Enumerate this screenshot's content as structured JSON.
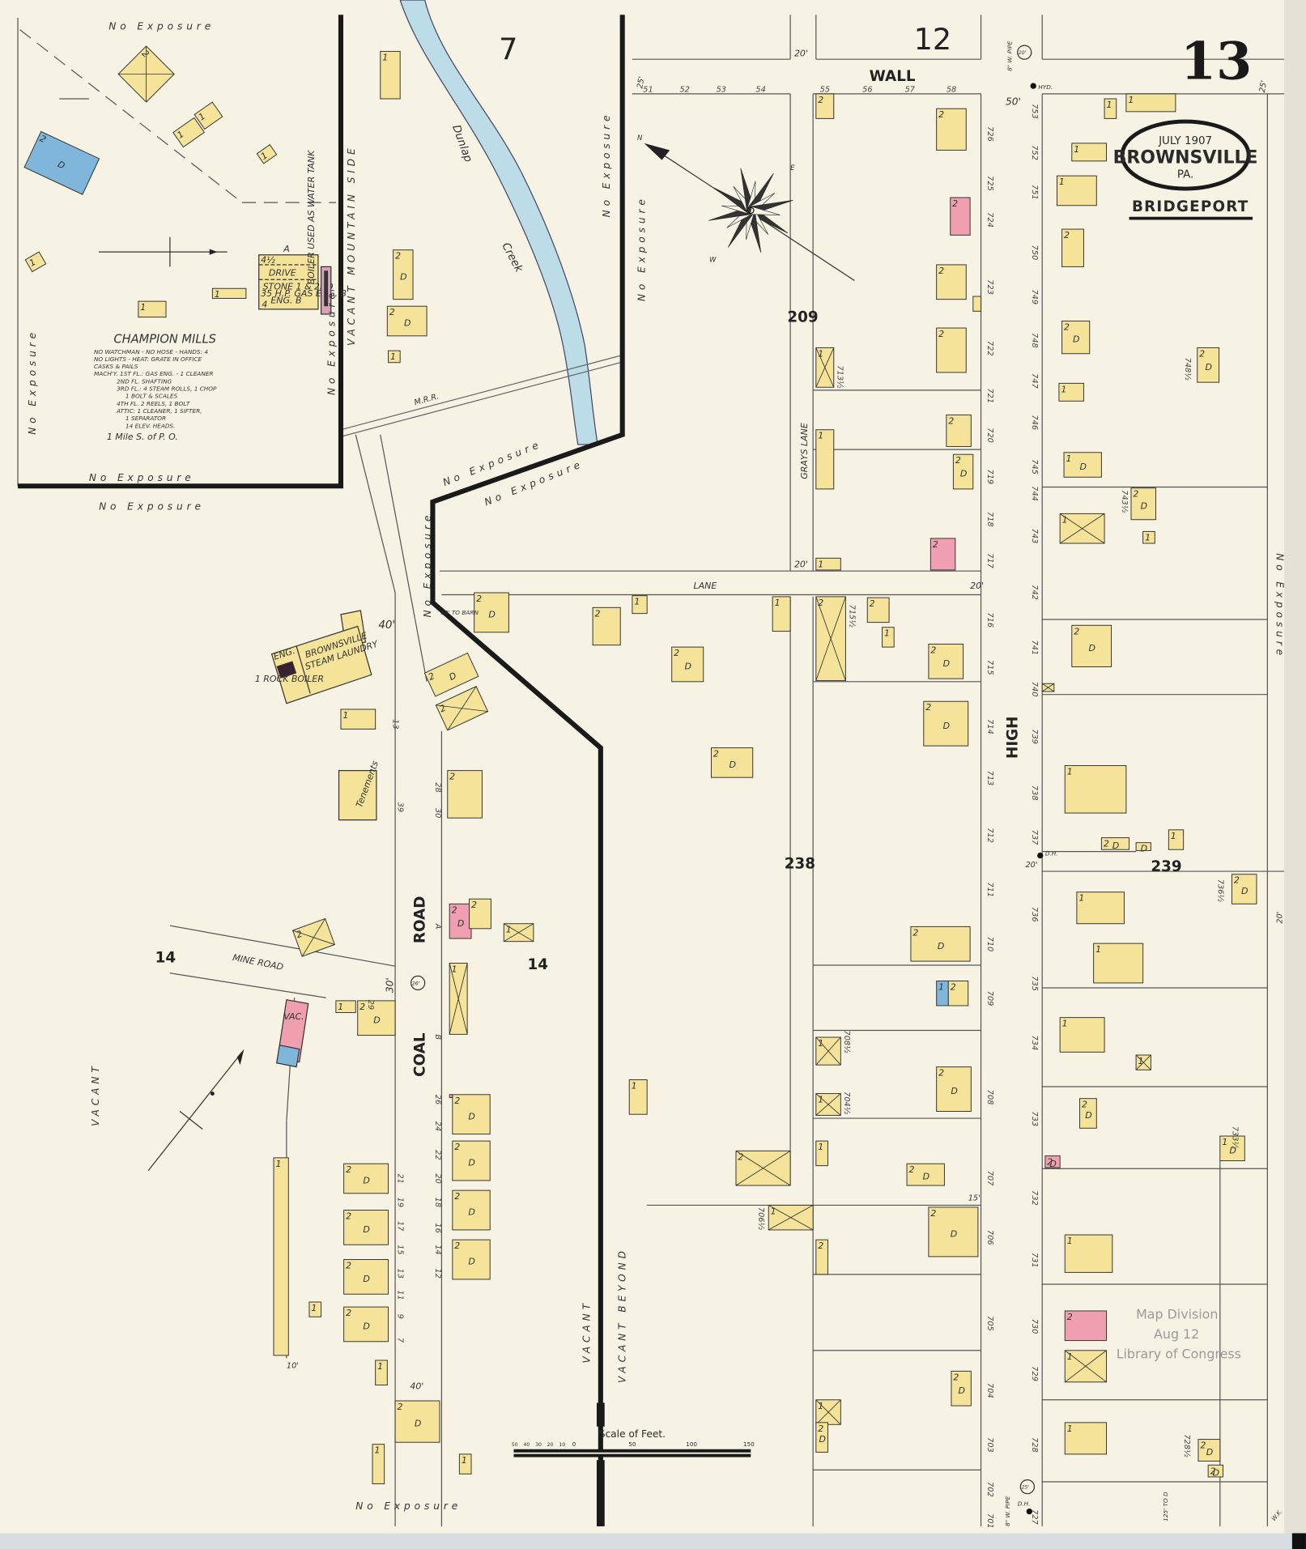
{
  "title": {
    "sheet_number": "13",
    "date": "JULY 1907",
    "town": "BROWNSVILLE",
    "state": "PA.",
    "district": "BRIDGEPORT"
  },
  "colors": {
    "paper": "#f6f3e4",
    "frame": "#f5e39a",
    "brick": "#ef9fb0",
    "stone": "#7fb6d9",
    "creek": "#bcdde8",
    "ink": "#1a1a1a"
  },
  "blocks": {
    "b7": "7",
    "b12": "12",
    "b209": "209",
    "b238": "238",
    "b239": "239",
    "b14a": "14",
    "b14b": "14"
  },
  "streets": {
    "wall": "WALL",
    "lane": "LANE",
    "grays_lane": "GRAYS LANE",
    "high": "HIGH",
    "coal": "COAL",
    "road": "ROAD",
    "mine_road": "MINE ROAD",
    "railroad": "M.R.R.",
    "creek_1": "Dunlap",
    "creek_2": "Creek"
  },
  "widths": {
    "w50": "50'",
    "w20a": "20'",
    "w20b": "20'",
    "w20c": "20'",
    "w25a": "25'",
    "w25b": "25'",
    "w40a": "40'",
    "w40b": "40'",
    "w30": "30'",
    "w10": "10'",
    "w15": "15'",
    "w20d": "20'",
    "w20e": "20'",
    "barn": "50' TO BARN",
    "to_d": "125' TO D"
  },
  "utilities": {
    "hyd": "HYD.",
    "dh1": "D.H.",
    "dh2": "D.H.",
    "pipe1": "8\" W. PIPE",
    "pipe2": "8\" W. PIPE",
    "main1": "20'",
    "main2": "25'",
    "main3": "26'"
  },
  "exposure": {
    "label": "No Exposure",
    "vacant": "VACANT",
    "vacant_mountain": "VACANT MOUNTAIN SIDE",
    "vacant_beyond": "VACANT BEYOND"
  },
  "mill": {
    "name": "CHAMPION MILLS",
    "notes": [
      "NO WATCHMAN - NO HOSE - HANDS: 4",
      "NO LIGHTS - HEAT: GRATE IN OFFICE",
      "CASKS & PAILS",
      "MACH'Y. 1ST FL.: GAS ENG. - 1 CLEANER",
      "2ND FL. SHAFTING",
      "3RD FL.: 4 STEAM ROLLS, 1 CHOP",
      "1 BOLT & SCALES",
      "4TH FL. 2 REELS, 1 BOLT",
      "ATTIC: 1 CLEANER, 1 SIFTER,",
      "1 SEPARATOR",
      "14 ELEV. HEADS."
    ],
    "distance": "1 Mile S. of P. O.",
    "building_stories": "4½",
    "drive": "DRIVE",
    "building_desc_1": "STONE 1 & 2ND",
    "building_desc_2": "35 H.P. GAS ENG. B",
    "building_desc_3": "ENG. B",
    "boiler_note": "BOILER USED AS WATER TANK",
    "corner_a": "A",
    "corner_4": "4"
  },
  "laundry": {
    "name_1": "BROWNSVILLE",
    "name_2": "STEAM LAUNDRY",
    "eng": "ENG.",
    "boiler": "1 ROCK BOILER"
  },
  "tenements": "Tenements",
  "vac": "VAC.",
  "wall_lots": [
    "51",
    "52",
    "53",
    "54",
    "55",
    "56",
    "57",
    "58"
  ],
  "high_west_lots": [
    "726",
    "725",
    "724",
    "723",
    "722",
    "721",
    "720",
    "719",
    "718",
    "717",
    "716",
    "715",
    "714",
    "713",
    "712",
    "711",
    "710",
    "709",
    "708",
    "707",
    "706",
    "705",
    "704",
    "703",
    "702",
    "701"
  ],
  "high_east_lots": [
    "753",
    "752",
    "751",
    "750",
    "749",
    "748",
    "747",
    "746",
    "745",
    "744",
    "743",
    "742",
    "741",
    "740",
    "739",
    "738",
    "737",
    "736",
    "735",
    "734",
    "733",
    "732",
    "731",
    "730",
    "729",
    "728",
    "727"
  ],
  "coal_west_lots": [
    "39",
    "13",
    "21",
    "19",
    "17",
    "15",
    "13",
    "11",
    "9",
    "7",
    "29"
  ],
  "coal_east_lots": [
    "30",
    "28",
    "A",
    "B",
    "26",
    "24",
    "22",
    "20",
    "18",
    "16",
    "14",
    "12"
  ],
  "half_lots": [
    "713½",
    "715½",
    "743½",
    "748½",
    "736½",
    "733½",
    "728½",
    "706½",
    "708½",
    "704½"
  ],
  "scale": {
    "title": "Scale of Feet.",
    "ticks": [
      "50",
      "40",
      "30",
      "20",
      "10",
      "0",
      "50",
      "100",
      "150"
    ]
  },
  "compass": {
    "north": "N",
    "east": "E",
    "west": "W"
  },
  "stamp": {
    "line1": "Map Division",
    "line2": "Aug 12",
    "line3": "Library of Congress"
  },
  "initials": "W.K.",
  "buildings": [
    {
      "stories": "2",
      "use": "",
      "material": "frame",
      "shed": true
    },
    {
      "stories": "1",
      "use": "",
      "material": "frame"
    },
    {
      "stories": "1",
      "use": "",
      "material": "frame"
    },
    {
      "stories": "1",
      "use": "",
      "material": "frame"
    },
    {
      "stories": "2",
      "use": "D",
      "material": "stone"
    },
    {
      "stories": "1",
      "use": "",
      "material": "frame"
    },
    {
      "stories": "1",
      "use": "",
      "material": "frame"
    },
    {
      "stories": "1",
      "use": "",
      "material": "frame"
    },
    {
      "stories": "1",
      "use": "",
      "material": "frame"
    },
    {
      "stories": "2",
      "use": "D",
      "material": "frame"
    },
    {
      "stories": "2",
      "use": "D",
      "material": "frame"
    },
    {
      "stories": "1",
      "use": "",
      "material": "frame"
    },
    {
      "stories": "2",
      "use": "",
      "material": "frame"
    },
    {
      "stories": "2",
      "use": "",
      "material": "frame"
    },
    {
      "stories": "2",
      "use": "",
      "material": "brick"
    },
    {
      "stories": "2",
      "use": "",
      "material": "frame"
    },
    {
      "stories": "1",
      "use": "",
      "material": "frame"
    },
    {
      "stories": "2",
      "use": "",
      "material": "frame"
    },
    {
      "stories": "1",
      "use": "",
      "material": "frame",
      "shed": true
    },
    {
      "stories": "1",
      "use": "",
      "material": "frame"
    },
    {
      "stories": "2",
      "use": "",
      "material": "frame"
    },
    {
      "stories": "2",
      "use": "D",
      "material": "frame"
    },
    {
      "stories": "2",
      "use": "",
      "material": "brick"
    },
    {
      "stories": "1",
      "use": "",
      "material": "frame"
    },
    {
      "stories": "2",
      "use": "D",
      "material": "frame"
    },
    {
      "stories": "2",
      "use": "",
      "material": "frame"
    },
    {
      "stories": "1",
      "use": "",
      "material": "frame"
    },
    {
      "stories": "2",
      "use": "D",
      "material": "frame"
    },
    {
      "stories": "2",
      "use": "D",
      "material": "frame"
    },
    {
      "stories": "1",
      "use": "",
      "material": "frame"
    },
    {
      "stories": "2",
      "use": "D",
      "material": "frame"
    },
    {
      "stories": "2",
      "use": "",
      "material": "frame",
      "shed": true
    },
    {
      "stories": "2",
      "use": "",
      "material": "frame"
    },
    {
      "stories": "2",
      "use": "D",
      "material": "brick"
    },
    {
      "stories": "2",
      "use": "",
      "material": "frame"
    },
    {
      "stories": "1",
      "use": "",
      "material": "frame",
      "shed": true
    },
    {
      "stories": "1",
      "use": "",
      "material": "frame",
      "shed": true
    },
    {
      "stories": "2",
      "use": "D",
      "material": "frame"
    },
    {
      "stories": "2",
      "use": "D",
      "material": "frame"
    },
    {
      "stories": "2",
      "use": "D",
      "material": "frame"
    },
    {
      "stories": "2",
      "use": "D",
      "material": "frame"
    },
    {
      "stories": "1",
      "use": "",
      "material": "frame"
    },
    {
      "stories": "1",
      "use": "",
      "material": "frame"
    },
    {
      "stories": "2",
      "use": "",
      "material": "frame",
      "shed": true
    },
    {
      "stories": "2",
      "use": "",
      "material": "frame"
    },
    {
      "stories": "1",
      "use": "",
      "material": "frame"
    },
    {
      "stories": "2",
      "use": "D",
      "material": "frame"
    },
    {
      "stories": "2",
      "use": "D",
      "material": "frame"
    },
    {
      "stories": "2",
      "use": "D",
      "material": "frame"
    },
    {
      "stories": "1",
      "use": "",
      "material": "stone"
    },
    {
      "stories": "2",
      "use": "",
      "material": "frame"
    },
    {
      "stories": "1",
      "use": "",
      "material": "frame",
      "shed": true
    },
    {
      "stories": "1",
      "use": "",
      "material": "frame",
      "shed": true
    },
    {
      "stories": "2",
      "use": "D",
      "material": "frame"
    },
    {
      "stories": "1",
      "use": "",
      "material": "frame"
    },
    {
      "stories": "2",
      "use": "D",
      "material": "frame"
    },
    {
      "stories": "2",
      "use": "",
      "material": "frame",
      "shed": true
    },
    {
      "stories": "1",
      "use": "",
      "material": "frame",
      "shed": true
    },
    {
      "stories": "2",
      "use": "D",
      "material": "frame"
    },
    {
      "stories": "2",
      "use": "",
      "material": "frame"
    },
    {
      "stories": "2",
      "use": "D",
      "material": "frame"
    },
    {
      "stories": "1",
      "use": "",
      "material": "frame",
      "shed": true
    },
    {
      "stories": "2",
      "use": "",
      "material": "frame",
      "shed": true
    },
    {
      "stories": "2",
      "use": "",
      "material": "brick"
    },
    {
      "stories": "1",
      "use": "",
      "material": "frame"
    },
    {
      "stories": "2",
      "use": "D",
      "material": "frame"
    },
    {
      "stories": "1",
      "use": "",
      "material": "frame"
    },
    {
      "stories": "2",
      "use": "D",
      "material": "frame"
    },
    {
      "stories": "2",
      "use": "D",
      "material": "frame"
    },
    {
      "stories": "2",
      "use": "D",
      "material": "frame"
    },
    {
      "stories": "2",
      "use": "D",
      "material": "frame"
    },
    {
      "stories": "1",
      "use": "",
      "material": "frame"
    },
    {
      "stories": "1",
      "use": "",
      "material": "frame"
    },
    {
      "stories": "1",
      "use": "",
      "material": "frame"
    },
    {
      "stories": "2",
      "use": "D",
      "material": "frame"
    },
    {
      "stories": "1",
      "use": "",
      "material": "frame"
    },
    {
      "stories": "1",
      "use": "",
      "material": "frame"
    },
    {
      "stories": "1",
      "use": "",
      "material": "frame"
    },
    {
      "stories": "1",
      "use": "",
      "material": "frame"
    },
    {
      "stories": "1",
      "use": "",
      "material": "frame"
    },
    {
      "stories": "2",
      "use": "",
      "material": "frame"
    },
    {
      "stories": "1",
      "use": "",
      "material": "frame"
    },
    {
      "stories": "2",
      "use": "D",
      "material": "frame"
    },
    {
      "stories": "2",
      "use": "D",
      "material": "frame"
    },
    {
      "stories": "1",
      "use": "D",
      "material": "frame"
    },
    {
      "stories": "2",
      "use": "D",
      "material": "frame"
    },
    {
      "stories": "1",
      "use": "",
      "material": "frame"
    },
    {
      "stories": "1",
      "use": "",
      "material": "frame",
      "shed": true
    },
    {
      "stories": "2",
      "use": "D",
      "material": "frame"
    },
    {
      "stories": "1",
      "use": "",
      "material": "frame",
      "shed": true
    },
    {
      "stories": "1",
      "use": "",
      "material": "frame"
    },
    {
      "stories": "2",
      "use": "D",
      "material": "frame"
    },
    {
      "stories": "2",
      "use": "D",
      "material": "frame"
    },
    {
      "stories": "1",
      "use": "",
      "material": "frame"
    },
    {
      "stories": "2",
      "use": "D",
      "material": "frame"
    },
    {
      "stories": "1",
      "use": "",
      "material": "frame"
    },
    {
      "stories": "1",
      "use": "",
      "material": "frame"
    },
    {
      "stories": "1",
      "use": "",
      "material": "frame"
    },
    {
      "stories": "1",
      "use": "",
      "material": "frame",
      "shed": true
    },
    {
      "stories": "2",
      "use": "D",
      "material": "frame"
    },
    {
      "stories": "1",
      "use": "D",
      "material": "frame"
    },
    {
      "stories": "2",
      "use": "D",
      "material": "brick"
    },
    {
      "stories": "1",
      "use": "",
      "material": "frame"
    },
    {
      "stories": "2",
      "use": "",
      "material": "brick"
    },
    {
      "stories": "1",
      "use": "",
      "material": "frame",
      "shed": true
    },
    {
      "stories": "1",
      "use": "",
      "material": "frame"
    },
    {
      "stories": "2",
      "use": "D",
      "material": "frame"
    },
    {
      "stories": "2",
      "use": "D",
      "material": "frame"
    },
    {
      "stories": "2",
      "use": "D",
      "material": "frame"
    },
    {
      "stories": "2",
      "use": "D",
      "material": "frame"
    },
    {
      "stories": "1",
      "use": "",
      "material": "frame",
      "shed": true
    },
    {
      "stories": "1",
      "use": "",
      "material": "frame"
    },
    {
      "stories": "1",
      "use": "",
      "material": "frame"
    }
  ]
}
